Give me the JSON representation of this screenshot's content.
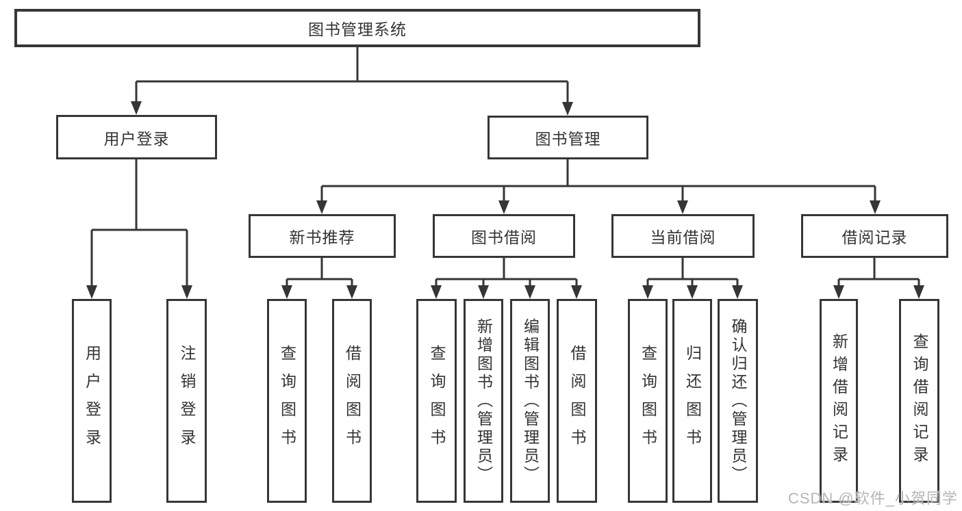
{
  "diagram_type": "hierarchy-tree",
  "colors": {
    "line": "#363636",
    "box_border": "#363636",
    "box_fill": "#ffffff",
    "text": "#333333",
    "watermark_text": "#b5b5b5",
    "background": "#ffffff"
  },
  "tree": {
    "root": {
      "label": "图书管理系统",
      "children": [
        {
          "label": "用户登录",
          "children": [
            {
              "label": "用户登录"
            },
            {
              "label": "注销登录"
            }
          ]
        },
        {
          "label": "图书管理",
          "children": [
            {
              "label": "新书推荐",
              "children": [
                {
                  "label": "查询图书"
                },
                {
                  "label": "借阅图书"
                }
              ]
            },
            {
              "label": "图书借阅",
              "children": [
                {
                  "label": "查询图书"
                },
                {
                  "label": "新增图书（管理员）"
                },
                {
                  "label": "编辑图书（管理员）"
                },
                {
                  "label": "借阅图书"
                }
              ]
            },
            {
              "label": "当前借阅",
              "children": [
                {
                  "label": "查询图书"
                },
                {
                  "label": "归还图书"
                },
                {
                  "label": "确认归还（管理员）"
                }
              ]
            },
            {
              "label": "借阅记录",
              "children": [
                {
                  "label": "新增借阅记录"
                },
                {
                  "label": "查询借阅记录"
                }
              ]
            }
          ]
        }
      ]
    }
  },
  "watermark": {
    "text": "CSDN @软件_小贺同学"
  }
}
